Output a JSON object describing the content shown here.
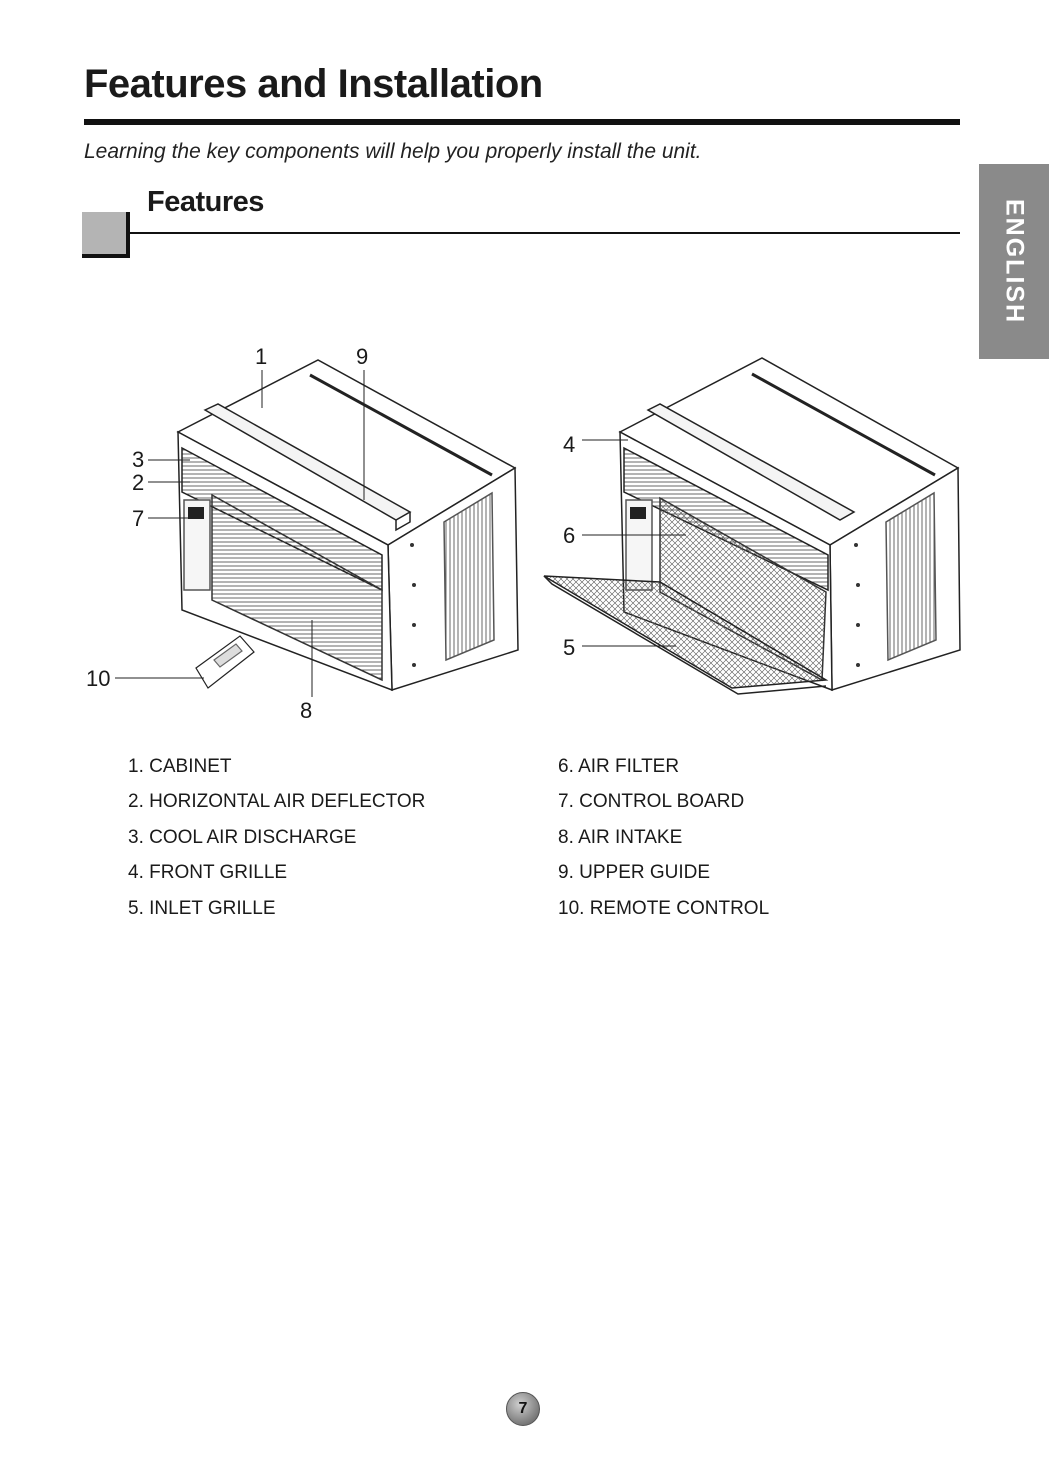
{
  "header": {
    "title": "Features and Installation",
    "subtitle": "Learning the key components will help you properly install the unit."
  },
  "section": {
    "title": "Features"
  },
  "side_tab": {
    "label": "ENGLISH"
  },
  "figure": {
    "callouts": [
      "1",
      "9",
      "3",
      "2",
      "7",
      "10",
      "8",
      "4",
      "6",
      "5"
    ]
  },
  "parts": [
    "1. CABINET",
    "2. HORIZONTAL AIR DEFLECTOR",
    "3. COOL AIR DISCHARGE",
    "4. FRONT GRILLE",
    "5. INLET GRILLE",
    "6. AIR FILTER",
    "7. CONTROL BOARD",
    "8. AIR INTAKE",
    "9. UPPER GUIDE",
    "10. REMOTE CONTROL"
  ],
  "page_number": "7",
  "colors": {
    "tab_gray": "#8a8a8a",
    "box_gray": "#b4b4b4",
    "ink": "#111111"
  }
}
